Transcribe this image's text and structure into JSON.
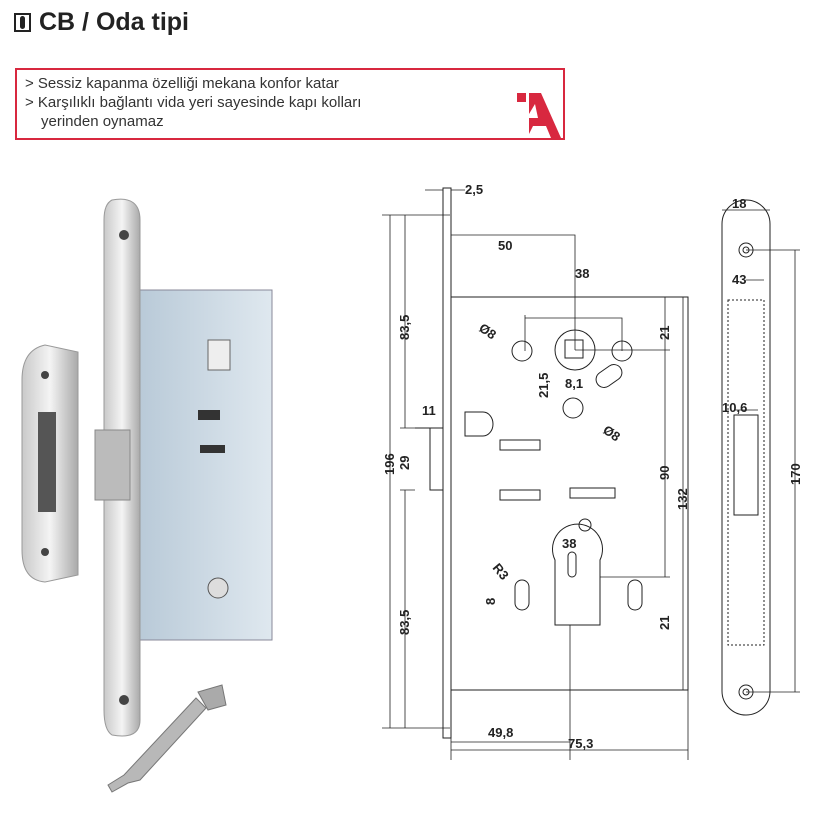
{
  "header": {
    "title": "CB / Oda tipi"
  },
  "features": {
    "line1": "> Sessiz kapanma özelliği mekana konfor katar",
    "line2": "> Karşılıklı bağlantı vida yeri sayesinde kapı kolları",
    "line3": "yerinden oynamaz"
  },
  "logo": {
    "brand_color": "#d8283f"
  },
  "drawing": {
    "front_plate_thickness": "2,5",
    "backset_top": "50",
    "handle_spacing": "38",
    "hole_dia_left": "Ø8",
    "hole_dia_lower": "Ø8",
    "offset_215": "21,5",
    "spindle": "8,1",
    "top_21": "21",
    "bottom_21": "21",
    "total_height": "196",
    "upper_835": "83,5",
    "lower_835": "83,5",
    "latch_height": "29",
    "latch_width": "11",
    "dist_90": "90",
    "body_132": "132",
    "cyl_38": "38",
    "radius": "R3",
    "slot_8": "8",
    "backset": "49,8",
    "depth": "75,3",
    "plate_width": "18",
    "hole_43": "43",
    "latch_opening": "10,6",
    "plate_length": "170"
  }
}
